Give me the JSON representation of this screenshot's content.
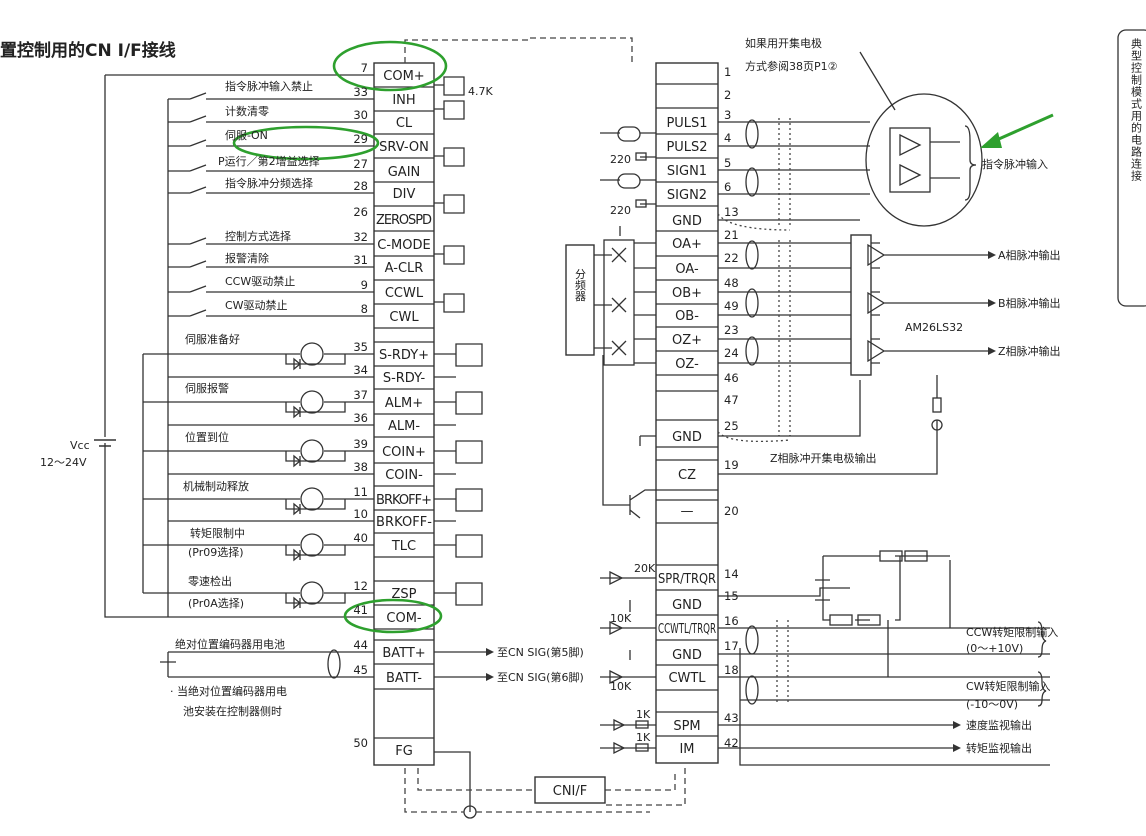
{
  "title": "置控制用的CN I/F接线",
  "side_title": "典型控制模式用的电路连接",
  "left_connector": {
    "pins": [
      {
        "num": "7",
        "label": "COM+"
      },
      {
        "num": "33",
        "label": "INH"
      },
      {
        "num": "30",
        "label": "CL"
      },
      {
        "num": "29",
        "label": "SRV-ON"
      },
      {
        "num": "27",
        "label": "GAIN"
      },
      {
        "num": "28",
        "label": "DIV"
      },
      {
        "num": "26",
        "label": "ZEROSPD"
      },
      {
        "num": "32",
        "label": "C-MODE"
      },
      {
        "num": "31",
        "label": "A-CLR"
      },
      {
        "num": "9",
        "label": "CCWL"
      },
      {
        "num": "8",
        "label": "CWL"
      },
      {
        "num": "35",
        "label": "S-RDY+"
      },
      {
        "num": "34",
        "label": "S-RDY-"
      },
      {
        "num": "37",
        "label": "ALM+"
      },
      {
        "num": "36",
        "label": "ALM-"
      },
      {
        "num": "39",
        "label": "COIN+"
      },
      {
        "num": "38",
        "label": "COIN-"
      },
      {
        "num": "11",
        "label": "BRKOFF+"
      },
      {
        "num": "10",
        "label": "BRKOFF-"
      },
      {
        "num": "40",
        "label": "TLC"
      },
      {
        "num": "12",
        "label": "ZSP"
      },
      {
        "num": "41",
        "label": "COM-"
      },
      {
        "num": "44",
        "label": "BATT+"
      },
      {
        "num": "45",
        "label": "BATT-"
      },
      {
        "num": "50",
        "label": "FG"
      }
    ]
  },
  "input_signals": [
    "指令脉冲输入禁止",
    "计数清零",
    "伺服-ON",
    "P运行／第2增益选择",
    "指令脉冲分频选择",
    "控制方式选择",
    "报警清除",
    "CCW驱动禁止",
    "CW驱动禁止"
  ],
  "output_signals": [
    "伺服准备好",
    "伺服报警",
    "位置到位",
    "机械制动释放",
    "转矩限制中",
    "(Pr09选择)",
    "零速检出",
    "(Pr0A选择)"
  ],
  "power": {
    "vcc": "Vcc",
    "range": "12～24V"
  },
  "battery": {
    "label": "绝对位置编码器用电池",
    "note_line1": "· 当绝对位置编码器用电",
    "note_line2": "池安装在控制器侧时",
    "batt_plus_dest": "至CN SIG(第5脚)",
    "batt_minus_dest": "至CN SIG(第6脚)"
  },
  "right_connector": {
    "pins": [
      {
        "num": "1"
      },
      {
        "num": "2"
      },
      {
        "num": "3",
        "label": "PULS1"
      },
      {
        "num": "4",
        "label": "PULS2"
      },
      {
        "num": "5",
        "label": "SIGN1"
      },
      {
        "num": "6",
        "label": "SIGN2"
      },
      {
        "num": "13",
        "label": "GND"
      },
      {
        "num": "21",
        "label": "OA+"
      },
      {
        "num": "22",
        "label": "OA-"
      },
      {
        "num": "48",
        "label": "OB+"
      },
      {
        "num": "49",
        "label": "OB-"
      },
      {
        "num": "23",
        "label": "OZ+"
      },
      {
        "num": "24",
        "label": "OZ-"
      },
      {
        "num": "46"
      },
      {
        "num": "47"
      },
      {
        "num": "25",
        "label": "GND"
      },
      {
        "num": "19",
        "label": "CZ"
      },
      {
        "num": "20",
        "label": "—"
      },
      {
        "num": "14",
        "label": "SPR/TRQR"
      },
      {
        "num": "15",
        "label": "GND"
      },
      {
        "num": "16",
        "label": "CCWTL/TRQR"
      },
      {
        "num": "17",
        "label": "GND"
      },
      {
        "num": "18",
        "label": "CWTL"
      },
      {
        "num": "43",
        "label": "SPM"
      },
      {
        "num": "42",
        "label": "IM"
      }
    ]
  },
  "notes": {
    "open_collector_1": "如果用开集电极",
    "open_collector_2": "方式参阅38页P1②",
    "pulse_input": "指令脉冲输入",
    "a_out": "A相脉冲输出",
    "b_out": "B相脉冲输出",
    "z_out": "Z相脉冲输出",
    "chip": "AM26LS32",
    "divider": "分频器",
    "z_oc": "Z相脉冲开集电极输出",
    "ccw_tl": "CCW转矩限制输入",
    "ccw_range": "(0～+10V)",
    "cw_tl": "CW转矩限制输入",
    "cw_range": "(-10～0V)",
    "speed_mon": "速度监视输出",
    "torque_mon": "转矩监视输出",
    "cnif": "CNI/F",
    "r220": "220",
    "r20k": "20K",
    "r10k": "10K",
    "r1k": "1K",
    "r4k7": "4.7K"
  },
  "highlight_color": "#2ea02e"
}
